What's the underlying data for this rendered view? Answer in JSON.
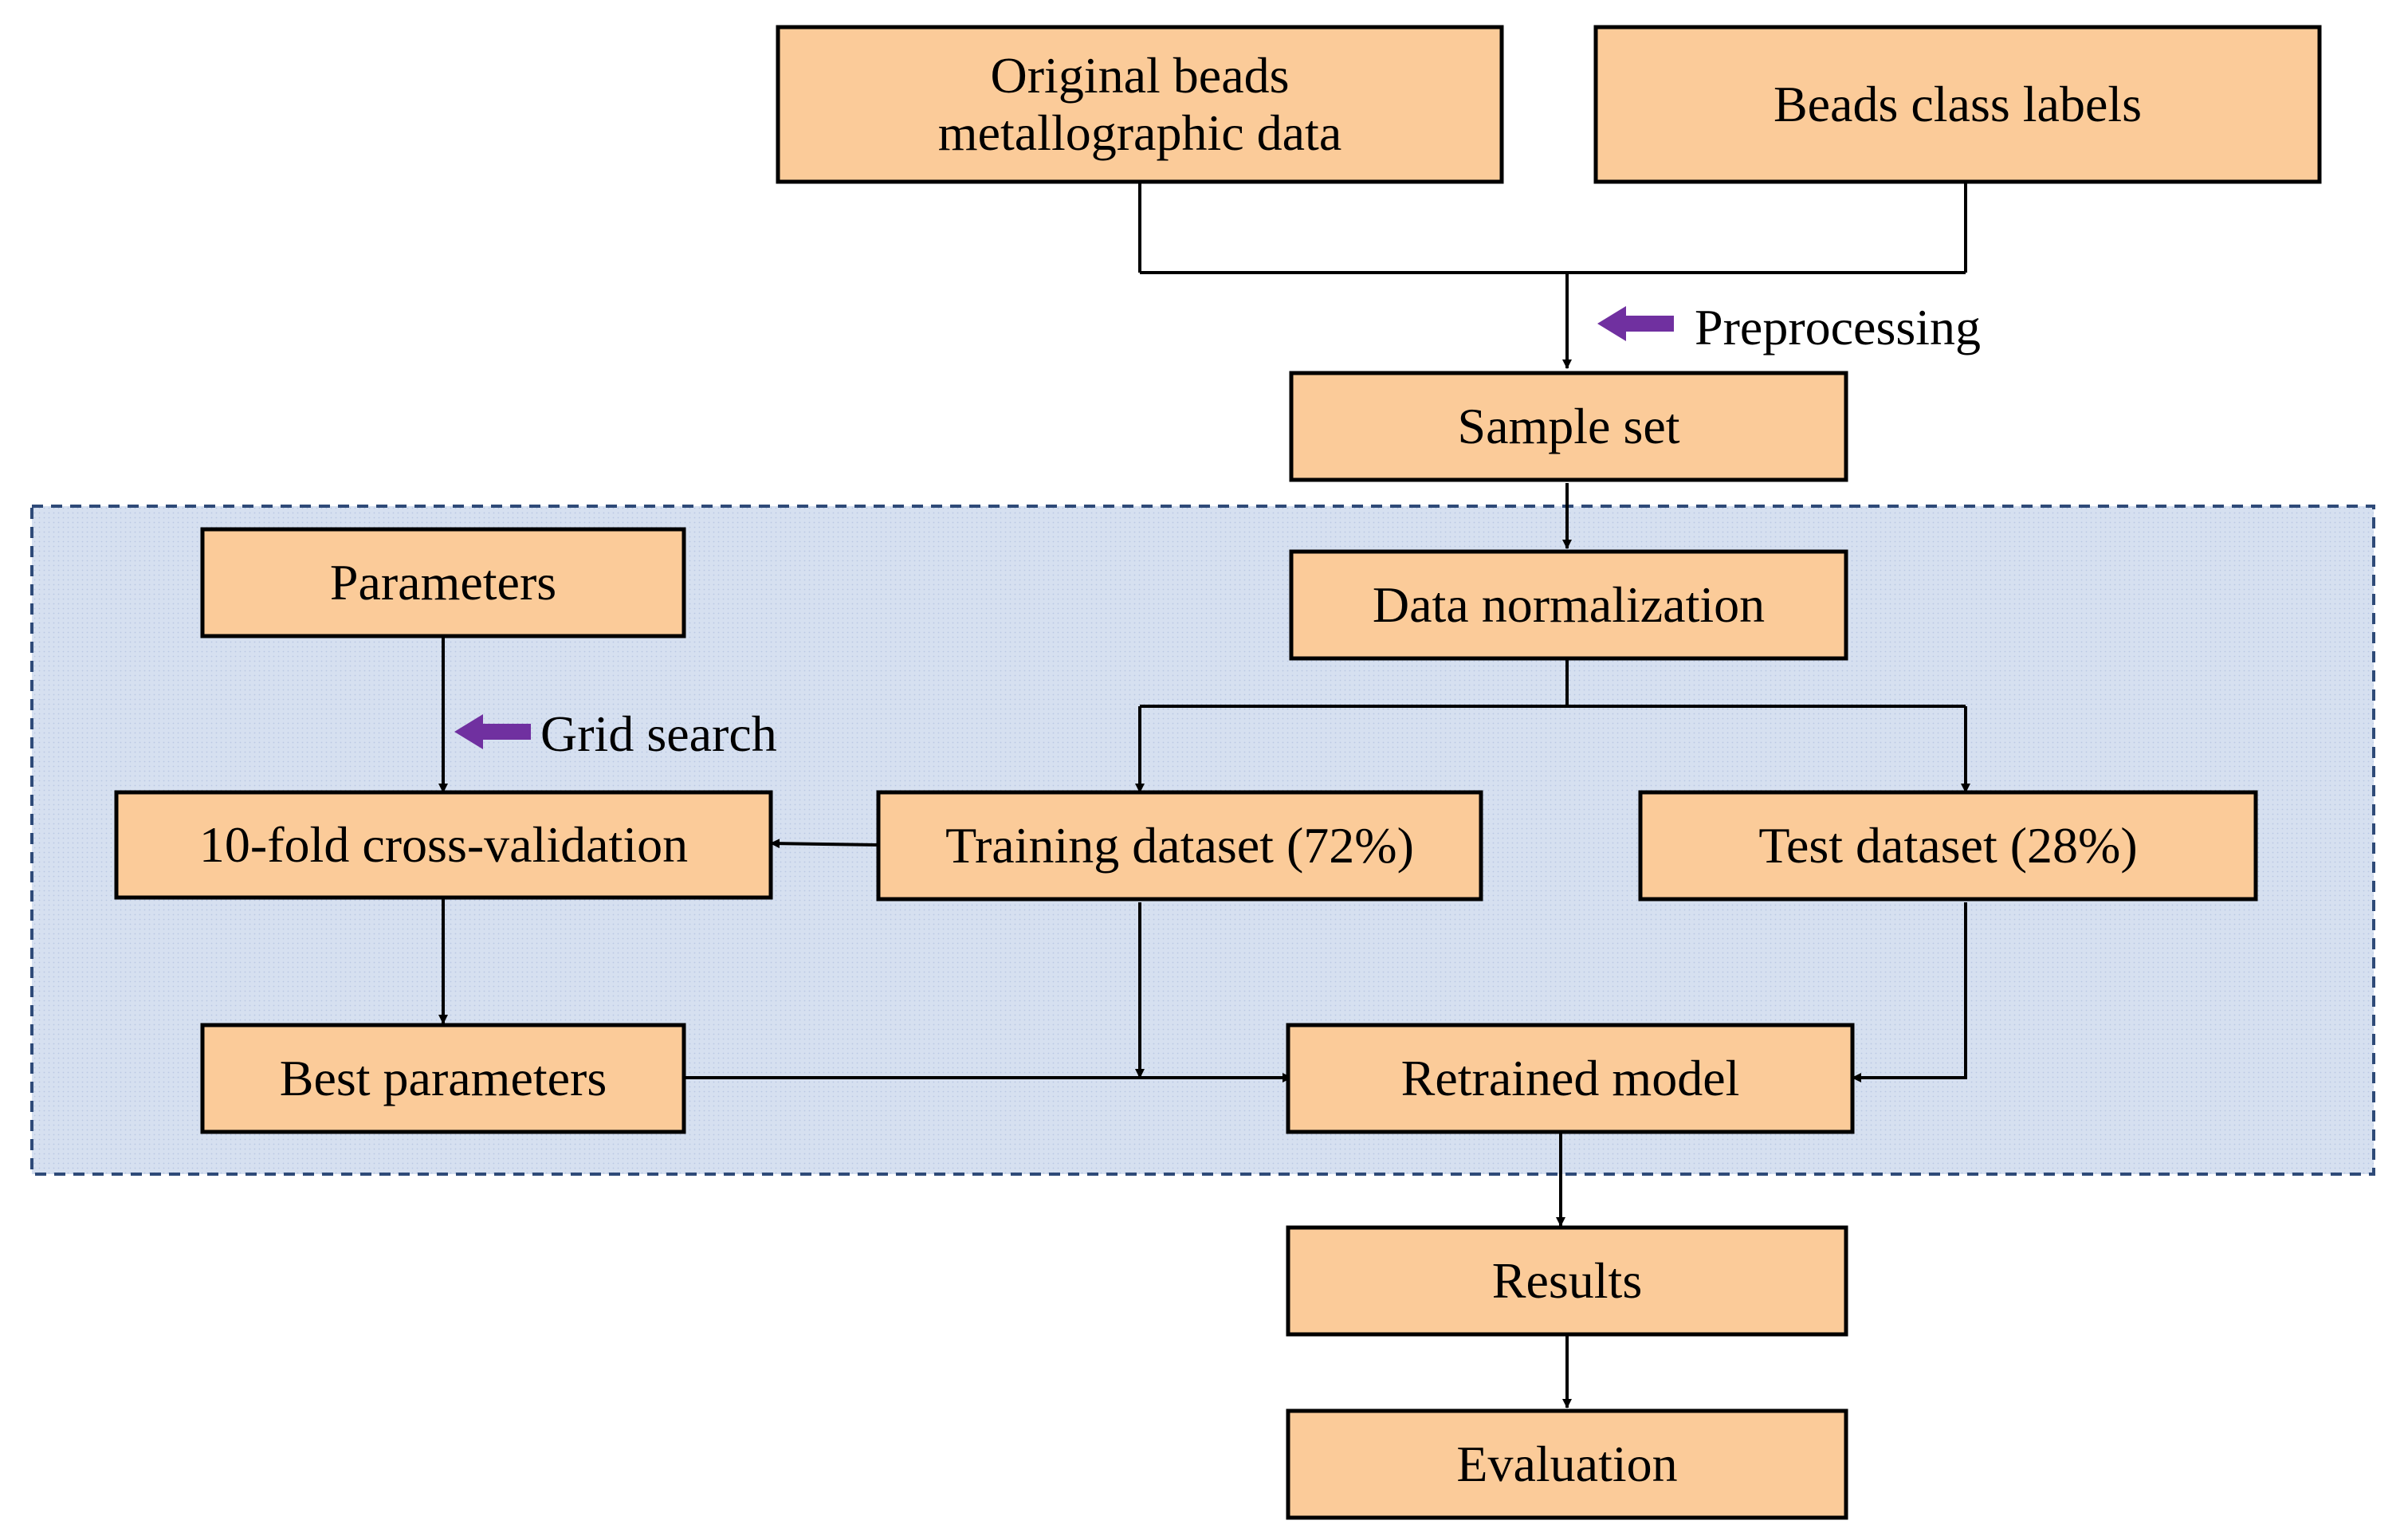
{
  "colors": {
    "box_fill": "#FBCB99",
    "box_stroke": "#000000",
    "region_fill": "#D6E0F0",
    "region_stroke": "#2E4A78",
    "arrow": "#000000",
    "note_arrow": "#7030A0"
  },
  "boxes": {
    "original_data": {
      "line1": "Original beads",
      "line2": "metallographic data"
    },
    "class_labels": "Beads class labels",
    "sample_set": "Sample set",
    "parameters": "Parameters",
    "data_normalization": "Data normalization",
    "cross_validation": "10-fold cross-validation",
    "training_dataset": "Training dataset (72%)",
    "test_dataset": "Test dataset (28%)",
    "best_parameters": "Best parameters",
    "retrained_model": "Retrained model",
    "results": "Results",
    "evaluation": "Evaluation"
  },
  "notes": {
    "preprocessing": "Preprocessing",
    "grid_search": "Grid search"
  }
}
